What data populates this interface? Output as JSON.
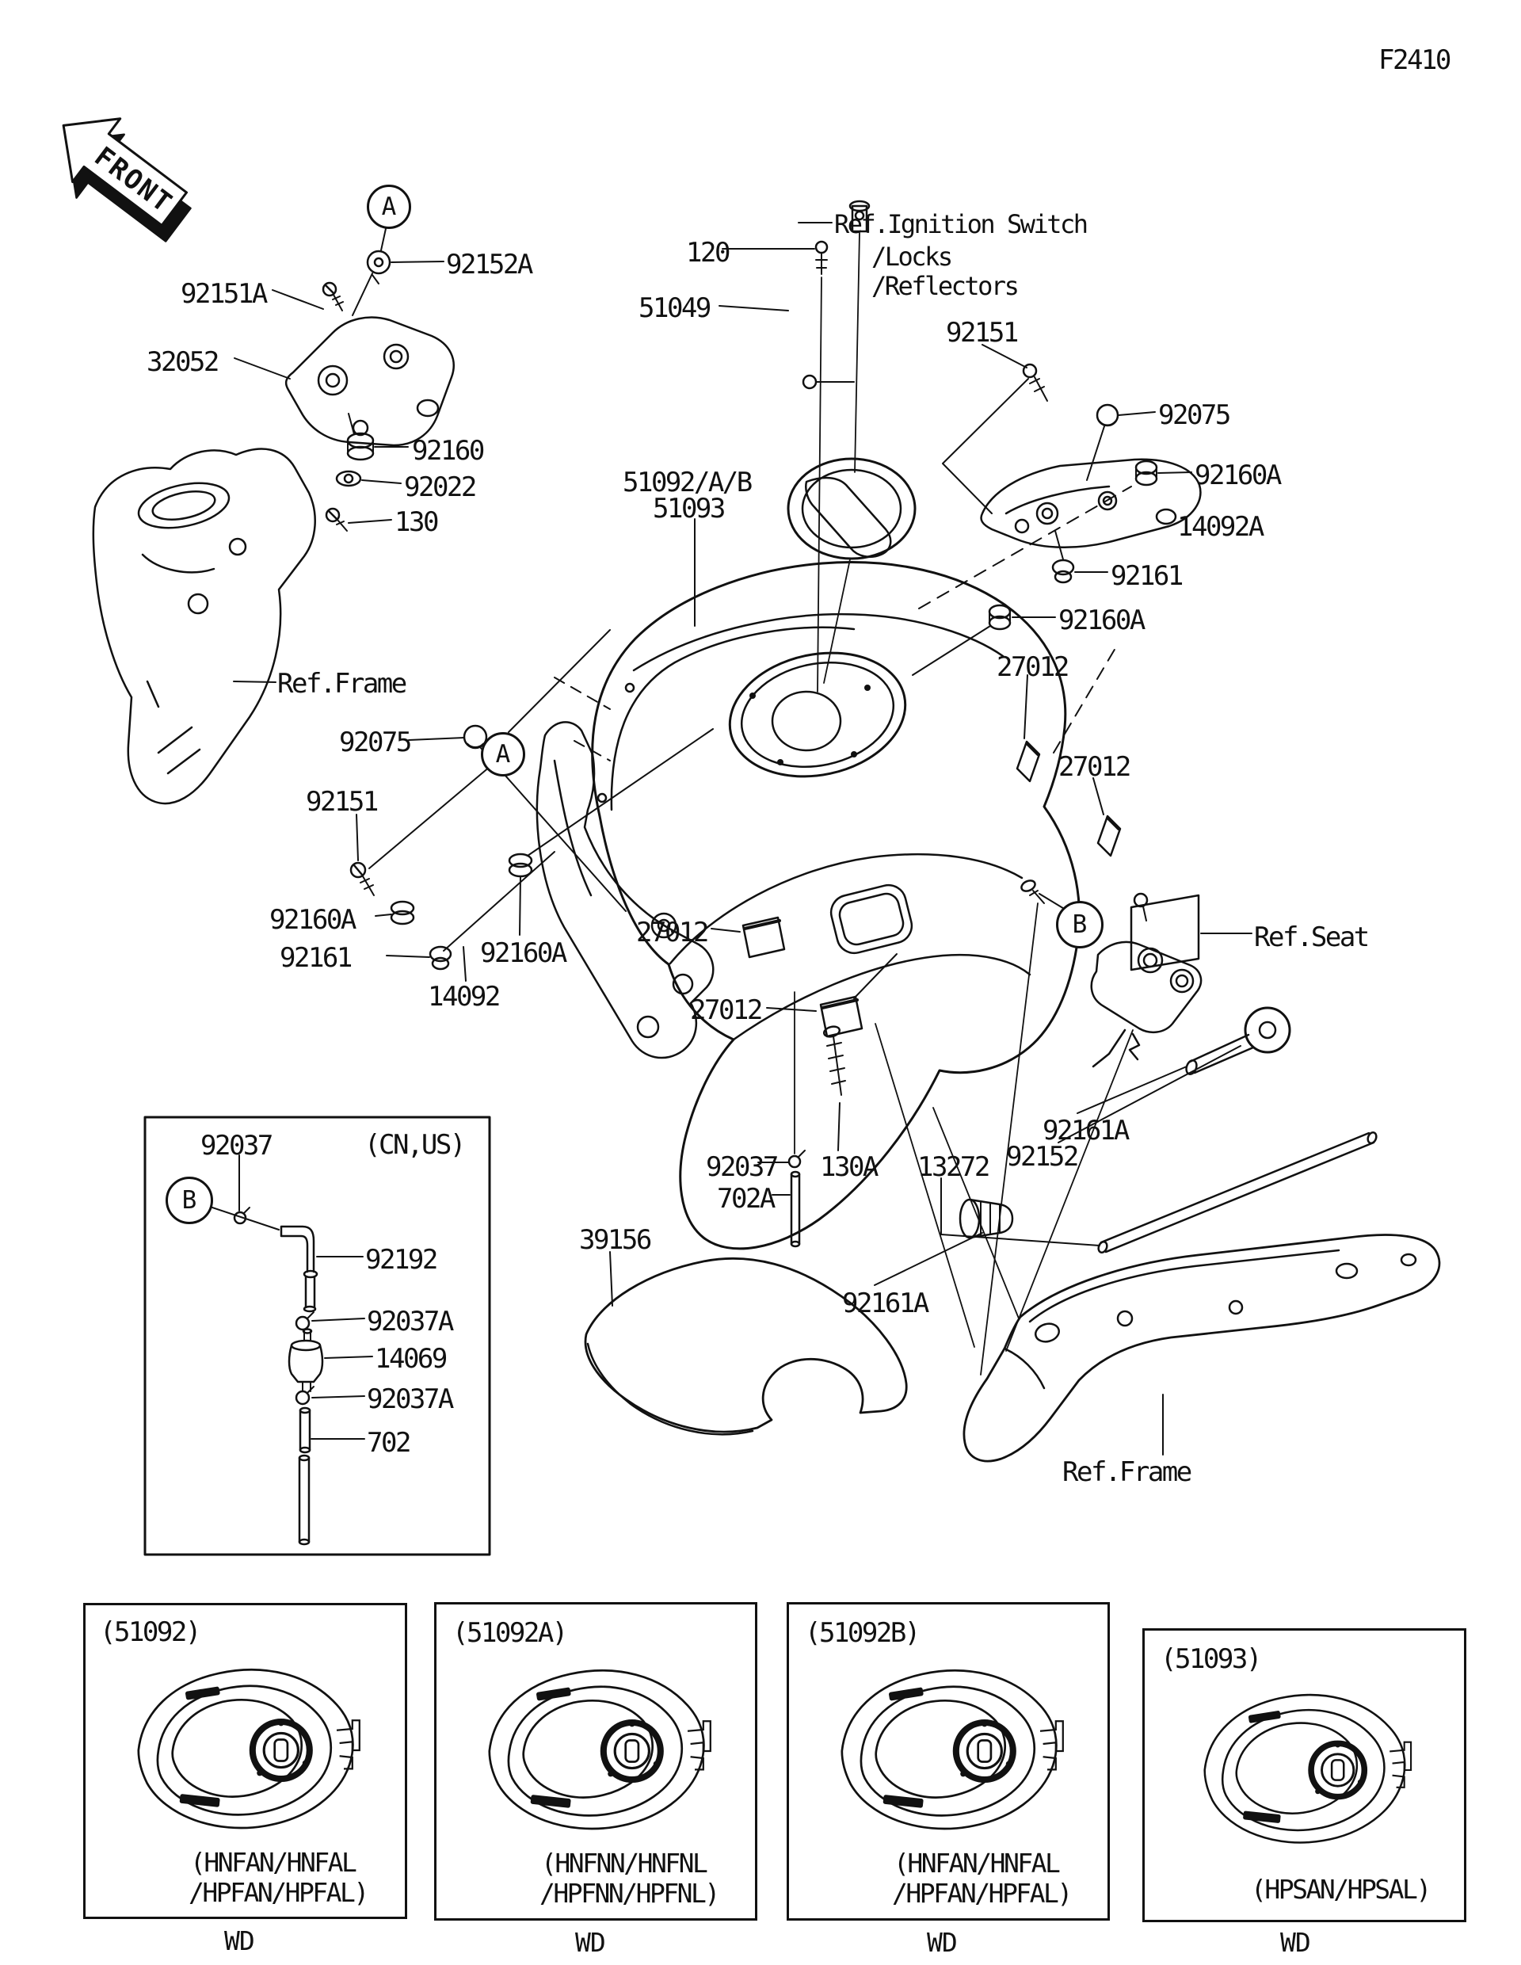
{
  "fiche_code": "F2410",
  "front_label": "FRONT",
  "markers": {
    "a": "A",
    "b": "B"
  },
  "callouts": [
    "92152A",
    "92151A",
    "32052",
    "92160",
    "92022",
    "130",
    "120",
    "51049",
    "Ref.Ignition Switch",
    "/Locks",
    "/Reflectors",
    "92151",
    "92075",
    "92160A",
    "14092A",
    "92161",
    "92160A",
    "27012",
    "27012",
    "51092/A/B",
    "51093",
    "Ref.Frame",
    "92075",
    "92151",
    "92160A",
    "92161",
    "14092",
    "92160A",
    "27012",
    "27012",
    "Ref.Seat",
    "92161A",
    "92152",
    "13272",
    "130A",
    "92037",
    "702A",
    "39156",
    "92161A",
    "Ref.Frame",
    "92037",
    "(CN,US)",
    "92192",
    "92037A",
    "14069",
    "92037A",
    "702"
  ],
  "variant_boxes": [
    {
      "part": "(51092)",
      "codes": [
        "(HNFAN/HNFAL",
        "/HPFAN/HPFAL)"
      ],
      "footer": "WD"
    },
    {
      "part": "(51092A)",
      "codes": [
        "(HNFNN/HNFNL",
        "/HPFNN/HPFNL)"
      ],
      "footer": "WD"
    },
    {
      "part": "(51092B)",
      "codes": [
        "(HNFAN/HNFAL",
        "/HPFAN/HPFAL)"
      ],
      "footer": "WD"
    },
    {
      "part": "(51093)",
      "codes": [
        "(HPSAN/HPSAL)"
      ],
      "footer": "WD"
    }
  ]
}
